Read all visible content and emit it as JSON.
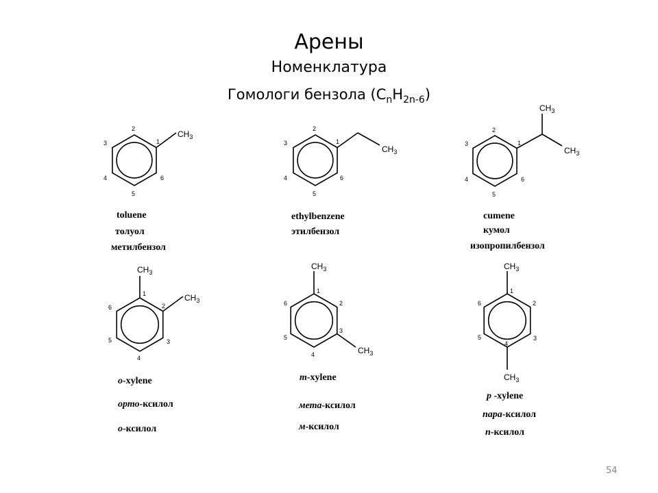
{
  "slide": {
    "title": "Арены",
    "subtitle": "Номенклатура",
    "heading": {
      "text": "Гомологи бензола (C",
      "n": "n",
      "h": "H",
      "sub": "2n-6",
      "close": ")"
    },
    "page_number": "54"
  },
  "atoms": {
    "ch3": "CH",
    "three": "3"
  },
  "ring_numbers": [
    "1",
    "2",
    "3",
    "4",
    "5",
    "6"
  ],
  "compounds": [
    {
      "en": "toluene",
      "ru": "толуол",
      "alt": "метилбензол"
    },
    {
      "en": "ethylbenzene",
      "ru": "этилбензол"
    },
    {
      "en": "cumene",
      "ru": "кумол",
      "alt": "изопропилбензол"
    },
    {
      "en_prefix": "o",
      "en_rest": "-xylene",
      "ru_prefix": "орто",
      "ru_rest": "-ксилол",
      "short_prefix": "о",
      "short_rest": "-ксилол"
    },
    {
      "en_prefix": "m",
      "en_rest": "-xylene",
      "ru_prefix": "мета",
      "ru_rest": "-ксилол",
      "short_prefix": "м",
      "short_rest": "-ксилол"
    },
    {
      "en_prefix": "p",
      "en_rest": " -xylene",
      "ru_prefix": "пара",
      "ru_rest": "-ксилол",
      "short_prefix": "п",
      "short_rest": "-ксилол"
    }
  ]
}
